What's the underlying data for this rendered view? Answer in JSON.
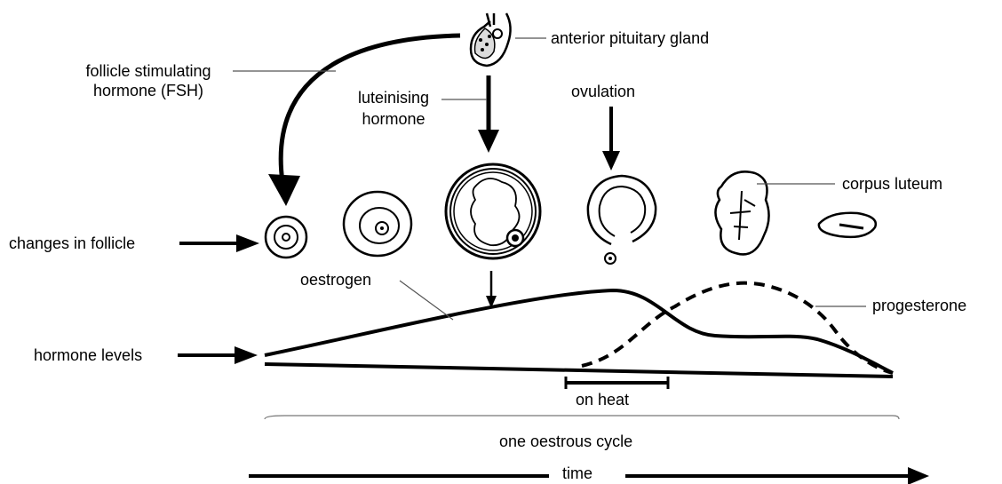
{
  "labels": {
    "anterior_pituitary": "anterior pituitary gland",
    "fsh_line1": "follicle stimulating",
    "fsh_line2": "hormone (FSH)",
    "lh_line1": "luteinising",
    "lh_line2": "hormone",
    "ovulation": "ovulation",
    "corpus_luteum": "corpus luteum",
    "changes_in_follicle": "changes in follicle",
    "oestrogen": "oestrogen",
    "progesterone": "progesterone",
    "hormone_levels": "hormone levels",
    "on_heat": "on heat",
    "oestrous_cycle": "one oestrous cycle",
    "time": "time"
  },
  "colors": {
    "ink": "#000000",
    "leader": "#555555",
    "background": "#ffffff"
  }
}
